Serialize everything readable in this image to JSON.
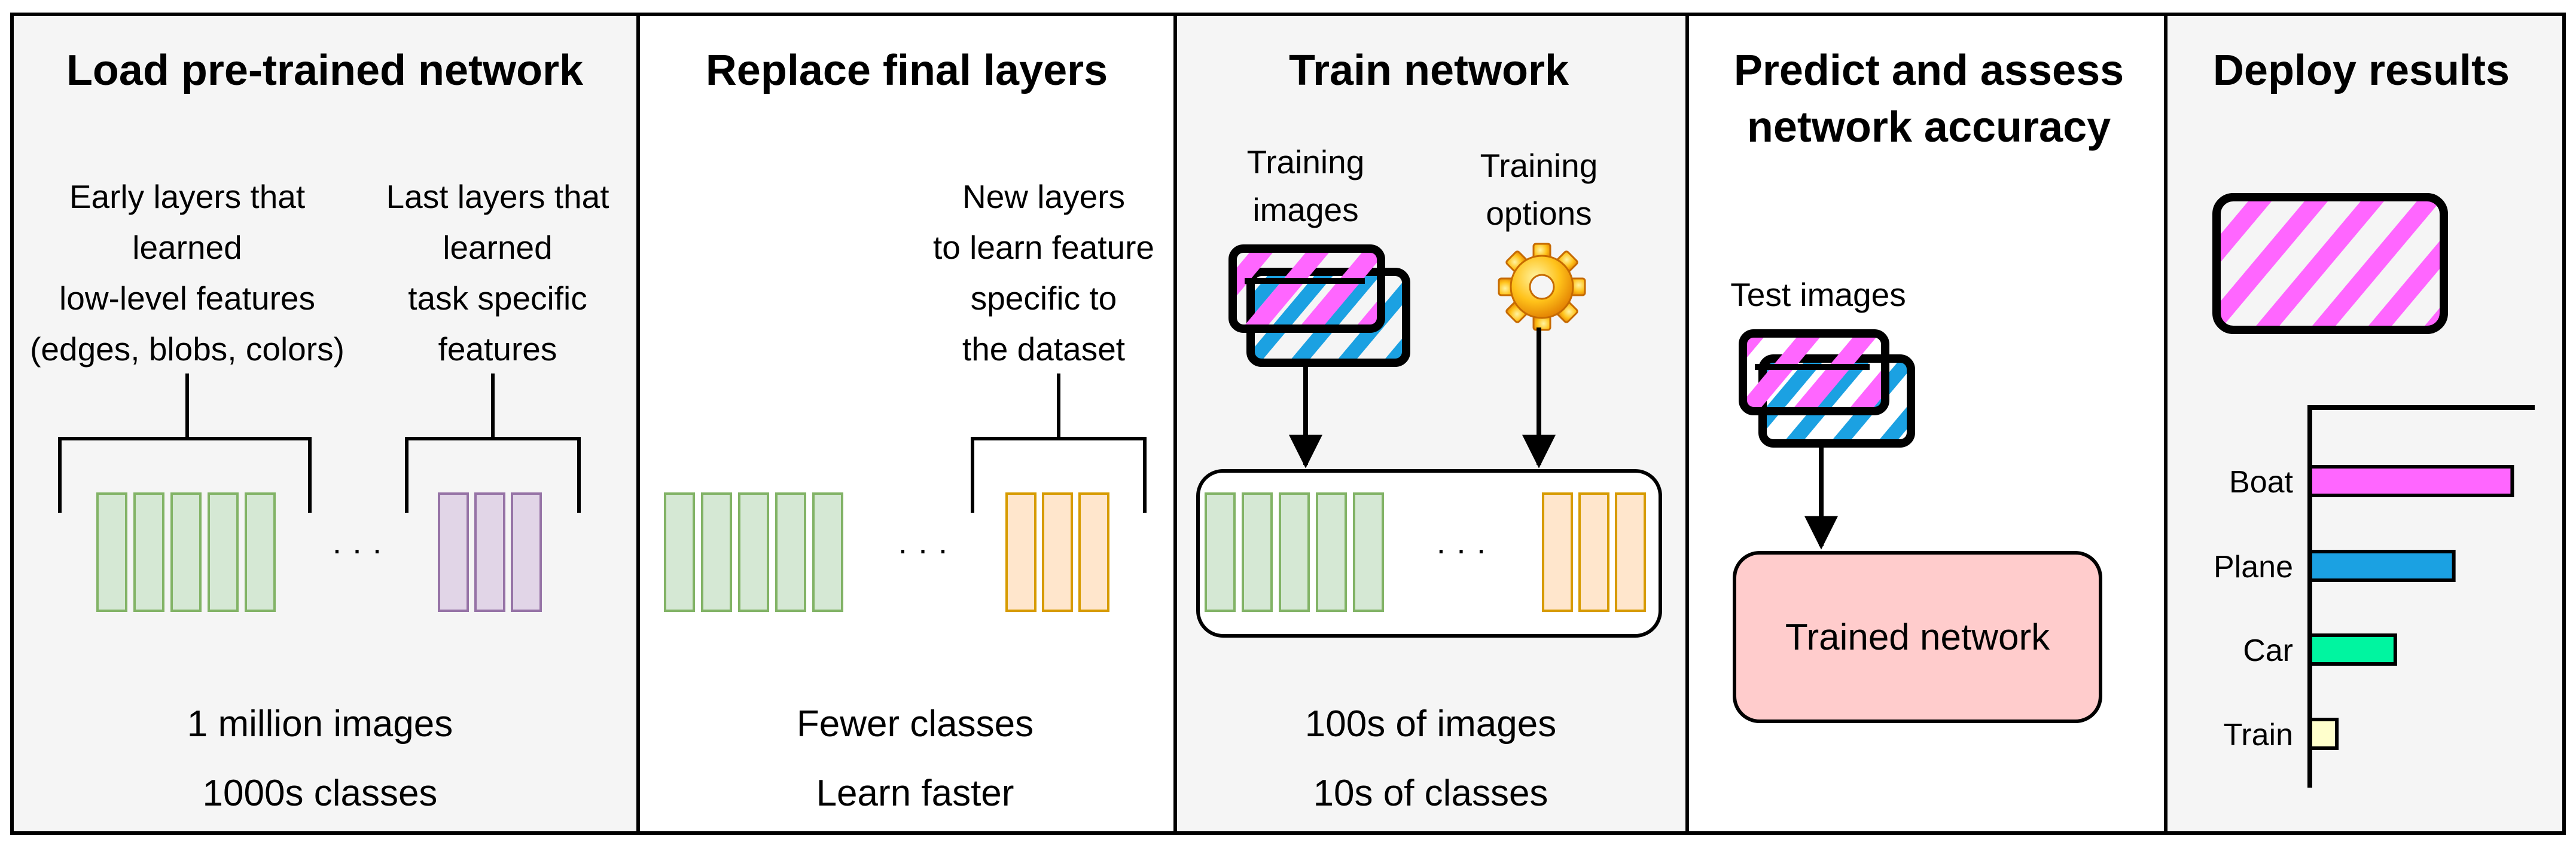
{
  "colors": {
    "panel_gray": "#f5f5f5",
    "panel_white": "#ffffff",
    "early_layer": "#d5e8d4",
    "early_layer_stroke": "#82b366",
    "final_layer_purple": "#e1d5e7",
    "final_layer_purple_stroke": "#9673a6",
    "new_layer": "#ffe6cc",
    "new_layer_stroke": "#d79b00",
    "trained_network": "#ffcccc",
    "hatch_magenta": "#ff66ff",
    "hatch_blue": "#1ba1e2"
  },
  "panels": [
    {
      "title_lines": [
        "Load pre-trained network"
      ],
      "labels": {
        "early": [
          "Early layers that",
          "learned",
          "low-level features",
          "(edges, blobs, colors)"
        ],
        "last": [
          "Last layers that",
          "learned",
          "task specific",
          "features"
        ]
      },
      "ellipsis": "· · ·",
      "bottom_lines": [
        "1 million images",
        "1000s classes"
      ]
    },
    {
      "title_lines": [
        "Replace final layers"
      ],
      "labels": {
        "new": [
          "New layers",
          "to learn feature",
          "specific to",
          "the dataset"
        ]
      },
      "ellipsis": "· · ·",
      "bottom_lines": [
        "Fewer classes",
        "Learn faster"
      ]
    },
    {
      "title_lines": [
        "Train network"
      ],
      "labels": {
        "images": [
          "Training",
          "images"
        ],
        "options": [
          "Training",
          "options"
        ]
      },
      "ellipsis": "· · ·",
      "bottom_lines": [
        "100s of images",
        "10s of classes"
      ]
    },
    {
      "title_lines": [
        "Predict and assess",
        "network accuracy"
      ],
      "labels": {
        "test": [
          "Test images"
        ],
        "trained": [
          "Trained network"
        ]
      }
    },
    {
      "title_lines": [
        "Deploy results"
      ],
      "icons": {
        "result": "hatched-image-icon",
        "settings": "gear-icon"
      }
    }
  ],
  "chart_data": {
    "type": "bar",
    "orientation": "horizontal",
    "categories": [
      "Boat",
      "Plane",
      "Car",
      "Train"
    ],
    "values": [
      0.9,
      0.64,
      0.38,
      0.12
    ],
    "colors": [
      "#ff66ff",
      "#1ba1e2",
      "#00f5a0",
      "#ffffcc"
    ],
    "xlim": [
      0,
      1
    ],
    "title": "",
    "xlabel": "",
    "ylabel": ""
  }
}
